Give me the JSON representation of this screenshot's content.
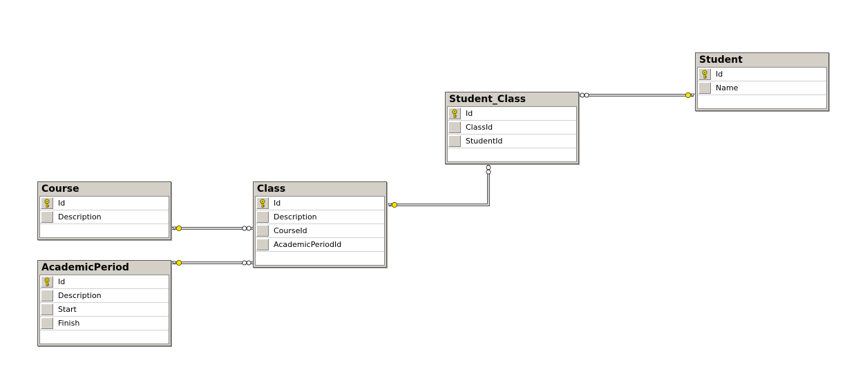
{
  "diagram": {
    "tables": [
      {
        "id": "student",
        "name": "Student",
        "columns": [
          {
            "name": "Id",
            "key": true
          },
          {
            "name": "Name",
            "key": false
          }
        ]
      },
      {
        "id": "student_class",
        "name": "Student_Class",
        "columns": [
          {
            "name": "Id",
            "key": true
          },
          {
            "name": "ClassId",
            "key": false
          },
          {
            "name": "StudentId",
            "key": false
          }
        ]
      },
      {
        "id": "course",
        "name": "Course",
        "columns": [
          {
            "name": "Id",
            "key": true
          },
          {
            "name": "Description",
            "key": false
          }
        ]
      },
      {
        "id": "class",
        "name": "Class",
        "columns": [
          {
            "name": "Id",
            "key": true
          },
          {
            "name": "Description",
            "key": false
          },
          {
            "name": "CourseId",
            "key": false
          },
          {
            "name": "AcademicPeriodId",
            "key": false
          }
        ]
      },
      {
        "id": "academic_period",
        "name": "AcademicPeriod",
        "columns": [
          {
            "name": "Id",
            "key": true
          },
          {
            "name": "Description",
            "key": false
          },
          {
            "name": "Start",
            "key": false
          },
          {
            "name": "Finish",
            "key": false
          }
        ]
      }
    ],
    "relationships": [
      {
        "from": "student_class",
        "to": "student",
        "from_end": "many",
        "to_end": "one"
      },
      {
        "from": "student_class",
        "to": "class",
        "from_end": "many",
        "to_end": "one"
      },
      {
        "from": "class",
        "to": "course",
        "from_end": "many",
        "to_end": "one"
      },
      {
        "from": "class",
        "to": "academic_period",
        "from_end": "many",
        "to_end": "one"
      }
    ],
    "colors": {
      "header": "#d4d0c8",
      "border": "#5a5a5a",
      "line": "#5a5a5a",
      "key": "#f3e60a",
      "one_end": "#f3e60a"
    },
    "icons": {
      "primary_key": "key-icon"
    }
  }
}
